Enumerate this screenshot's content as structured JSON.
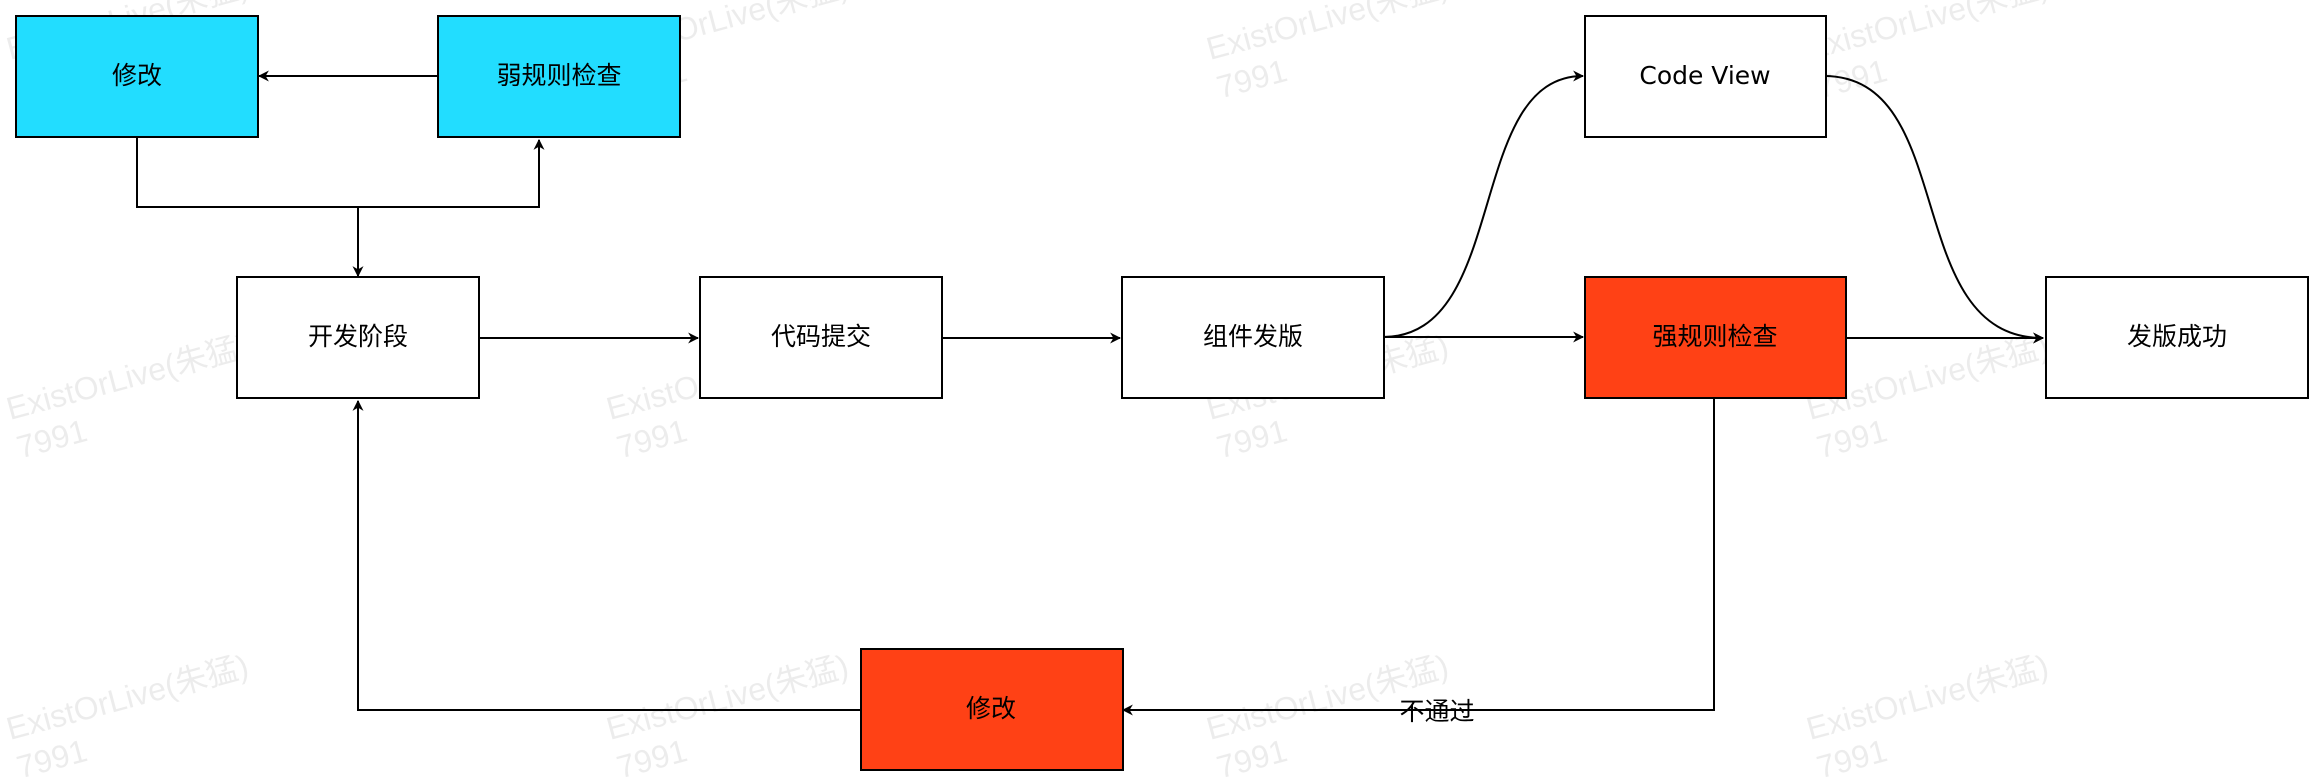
{
  "nodes": {
    "modify_top": {
      "label": "修改",
      "fill": "#22DDFF"
    },
    "weak_check": {
      "label": "弱规则检查",
      "fill": "#22DDFF"
    },
    "dev_stage": {
      "label": "开发阶段",
      "fill": "#FFFFFF"
    },
    "code_commit": {
      "label": "代码提交",
      "fill": "#FFFFFF"
    },
    "component_release": {
      "label": "组件发版",
      "fill": "#FFFFFF"
    },
    "code_view": {
      "label": "Code View",
      "fill": "#FFFFFF"
    },
    "strong_check": {
      "label": "强规则检查",
      "fill": "#FF4115"
    },
    "release_success": {
      "label": "发版成功",
      "fill": "#FFFFFF"
    },
    "modify_bottom": {
      "label": "修改",
      "fill": "#FF4115"
    }
  },
  "edges": {
    "fail_label": "不通过"
  },
  "watermark": {
    "line1": "ExistOrLive(朱猛)",
    "line2": "7991"
  }
}
